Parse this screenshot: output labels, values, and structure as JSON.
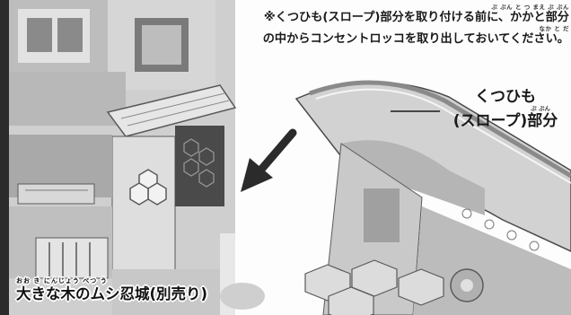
{
  "note": {
    "line1_ruby": "ぶ ぶん    と  つ     まえ          ぶ ぶん",
    "line1": "※くつひも(スロープ)部分を取り付ける前に、かかと部分",
    "line2_ruby": "なか                      と だ",
    "line2": "の中からコンセントロッコを取り出しておいてください。"
  },
  "callout": {
    "line1": "くつひも",
    "ruby": "ぶ ぶん",
    "line2": "(スロープ)部分"
  },
  "caption": {
    "ruby": "おお      き      にんじょう べつ う",
    "text": "大きな木のムシ忍城(別売り)"
  },
  "colors": {
    "toy_light": "#dcdcdc",
    "toy_mid": "#a9a9a9",
    "toy_dark": "#5a5a5a",
    "arrow": "#2b2b2b",
    "text": "#1a1a1a"
  }
}
